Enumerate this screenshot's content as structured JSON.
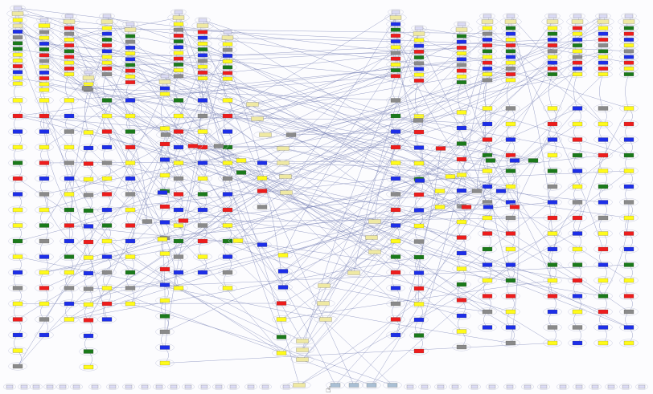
{
  "diagram": {
    "title": "",
    "node_colors": {
      "yellow": "#fffb1a",
      "red": "#ee1c1c",
      "blue": "#1c2ee8",
      "green": "#1a7a1a",
      "gray": "#8a8a8a",
      "khaki": "#efe9a2",
      "lavender": "#dcdcf6",
      "steel": "#a9bfd4"
    },
    "edge_color": "#7d86b8",
    "cursor_icon": "hand-pointer-icon",
    "columns": [
      {
        "id": "c1",
        "head": "khaki",
        "stack": [
          "yellow",
          "khaki",
          "blue",
          "gray",
          "green",
          "green",
          "yellow",
          "yellow",
          "red",
          "blue",
          "yellow",
          "yellow"
        ],
        "chain": [
          "yellow",
          "red",
          "blue",
          "yellow",
          "green",
          "red",
          "blue",
          "yellow",
          "yellow",
          "green",
          "yellow",
          "blue",
          "gray",
          "yellow",
          "red",
          "blue",
          "yellow",
          "gray"
        ]
      },
      {
        "id": "c2",
        "head": "yellow",
        "stack": [
          "gray",
          "yellow",
          "blue",
          "green",
          "red",
          "gray",
          "yellow",
          "blue",
          "red",
          "yellow",
          "yellow"
        ],
        "chain": [
          "yellow",
          "red",
          "blue",
          "yellow",
          "red",
          "blue",
          "gray",
          "yellow",
          "green",
          "gray",
          "blue",
          "yellow",
          "red",
          "yellow",
          "gray",
          "blue"
        ]
      },
      {
        "id": "c3",
        "head": "khaki",
        "stack": [
          "red",
          "gray",
          "yellow",
          "red",
          "green",
          "red",
          "yellow",
          "red",
          "yellow"
        ],
        "chain": [
          "yellow",
          "blue",
          "gray",
          "yellow",
          "gray",
          "blue",
          "yellow",
          "green",
          "red",
          "blue",
          "green",
          "yellow",
          "gray",
          "blue",
          "yellow"
        ]
      },
      {
        "id": "c4",
        "head": "khaki",
        "stack": [
          "yellow",
          "blue",
          "green",
          "red",
          "blue",
          "yellow",
          "yellow",
          "red",
          "gray"
        ],
        "chain": [
          "green",
          "yellow",
          "red",
          "blue",
          "gray",
          "yellow",
          "red",
          "blue",
          "green",
          "yellow",
          "blue",
          "gray",
          "yellow",
          "red",
          "blue"
        ]
      },
      {
        "id": "c5",
        "head": "khaki",
        "stack": [
          "green",
          "gray",
          "blue",
          "yellow",
          "blue",
          "green",
          "red",
          "yellow",
          "red"
        ],
        "chain": [
          "blue",
          "yellow",
          "green",
          "red",
          "yellow",
          "blue",
          "gray",
          "yellow",
          "red",
          "blue",
          "yellow",
          "green",
          "gray",
          "yellow"
        ]
      },
      {
        "id": "c6",
        "head": "khaki",
        "stack": [
          "yellow",
          "gray",
          "red",
          "green",
          "blue",
          "yellow",
          "red",
          "green",
          "yellow",
          "gray"
        ],
        "chain": [
          "green",
          "yellow",
          "red",
          "blue",
          "yellow",
          "gray",
          "red",
          "blue",
          "yellow",
          "green",
          "gray",
          "blue",
          "yellow"
        ]
      },
      {
        "id": "c7",
        "head": "khaki",
        "stack": [
          "red",
          "blue",
          "yellow",
          "green",
          "blue",
          "gray",
          "yellow",
          "red",
          "yellow"
        ],
        "chain": [
          "blue",
          "gray",
          "yellow",
          "red",
          "blue",
          "yellow",
          "green",
          "blue",
          "gray",
          "red",
          "yellow",
          "blue"
        ]
      },
      {
        "id": "c8",
        "head": "khaki",
        "stack": [
          "yellow",
          "gray",
          "blue",
          "yellow",
          "green",
          "red",
          "yellow"
        ],
        "chain": [
          "yellow",
          "red",
          "blue",
          "green",
          "yellow",
          "gray",
          "blue",
          "red",
          "yellow",
          "green",
          "blue",
          "gray",
          "yellow"
        ]
      },
      {
        "id": "c9",
        "head": "khaki",
        "stack": [
          "blue",
          "green",
          "red",
          "blue",
          "yellow",
          "gray",
          "red",
          "yellow",
          "green",
          "red"
        ],
        "chain": [
          "gray",
          "green",
          "blue",
          "red",
          "yellow",
          "blue",
          "gray",
          "red",
          "blue",
          "yellow",
          "green",
          "red",
          "blue",
          "gray",
          "red",
          "blue"
        ]
      },
      {
        "id": "c10",
        "head": "khaki",
        "stack": [
          "yellow",
          "blue",
          "red",
          "green",
          "gray",
          "blue",
          "yellow",
          "red"
        ],
        "chain": [
          "yellow",
          "red",
          "blue",
          "yellow",
          "green",
          "red",
          "blue",
          "yellow",
          "gray",
          "green",
          "blue",
          "red",
          "yellow",
          "blue",
          "green",
          "red"
        ]
      },
      {
        "id": "c11",
        "head": "khaki",
        "stack": [
          "green",
          "blue",
          "red",
          "yellow",
          "blue",
          "gray",
          "red",
          "yellow",
          "green"
        ],
        "chain": [
          "yellow",
          "blue",
          "green",
          "red",
          "yellow",
          "blue",
          "gray",
          "yellow",
          "red",
          "blue",
          "yellow",
          "green",
          "red",
          "blue",
          "yellow",
          "gray"
        ]
      },
      {
        "id": "c12",
        "head": "khaki",
        "stack": [
          "yellow",
          "gray",
          "blue",
          "red",
          "green",
          "yellow",
          "red",
          "blue",
          "yellow",
          "gray"
        ],
        "chain": [
          "yellow",
          "blue",
          "red",
          "green",
          "yellow",
          "blue",
          "gray",
          "yellow",
          "red",
          "green",
          "blue",
          "yellow",
          "red",
          "gray",
          "blue"
        ]
      },
      {
        "id": "c13",
        "head": "khaki",
        "stack": [
          "green",
          "blue",
          "yellow",
          "red",
          "green",
          "blue",
          "yellow",
          "gray",
          "red",
          "yellow"
        ],
        "chain": [
          "gray",
          "yellow",
          "blue",
          "red",
          "green",
          "yellow",
          "blue",
          "gray",
          "red",
          "yellow",
          "blue",
          "green",
          "red",
          "yellow",
          "blue",
          "gray"
        ]
      },
      {
        "id": "c14",
        "head": "khaki",
        "stack": [
          "yellow",
          "green",
          "blue",
          "red",
          "gray",
          "yellow",
          "blue",
          "red",
          "green"
        ],
        "chain": [
          "yellow",
          "red",
          "blue",
          "yellow",
          "green",
          "gray",
          "blue",
          "red",
          "yellow",
          "blue",
          "green",
          "yellow",
          "red",
          "blue",
          "gray",
          "yellow"
        ]
      },
      {
        "id": "c15",
        "head": "khaki",
        "stack": [
          "red",
          "yellow",
          "blue",
          "green",
          "yellow",
          "gray",
          "red",
          "blue",
          "yellow"
        ],
        "chain": [
          "blue",
          "yellow",
          "red",
          "green",
          "blue",
          "yellow",
          "gray",
          "red",
          "blue",
          "yellow",
          "green",
          "red",
          "blue",
          "yellow",
          "gray",
          "blue"
        ]
      },
      {
        "id": "c16",
        "head": "khaki",
        "stack": [
          "yellow",
          "blue",
          "red",
          "gray",
          "green",
          "yellow",
          "blue",
          "red",
          "yellow"
        ],
        "chain": [
          "gray",
          "yellow",
          "blue",
          "red",
          "yellow",
          "green",
          "blue",
          "gray",
          "yellow",
          "red",
          "blue",
          "yellow",
          "green",
          "red",
          "blue",
          "yellow"
        ]
      },
      {
        "id": "c17",
        "head": "khaki",
        "stack": [
          "green",
          "red",
          "blue",
          "yellow",
          "gray",
          "blue",
          "red",
          "yellow",
          "green"
        ],
        "chain": [
          "yellow",
          "red",
          "blue",
          "green",
          "yellow",
          "blue",
          "gray",
          "yellow",
          "red",
          "blue",
          "green",
          "yellow",
          "red",
          "gray",
          "blue",
          "yellow"
        ]
      },
      {
        "id": "c18",
        "head": "khaki",
        "stack": [
          "yellow",
          "gray",
          "red",
          "blue",
          "green",
          "yellow",
          "red",
          "blue",
          "yellow"
        ],
        "chain": [
          "yellow",
          "blue",
          "red",
          "yellow",
          "gray",
          "green",
          "blue",
          "red",
          "yellow",
          "blue",
          "gray",
          "yellow",
          "red",
          "blue",
          "green",
          "yellow"
        ]
      },
      {
        "id": "c19",
        "head": "khaki",
        "stack": [
          "blue",
          "yellow",
          "red",
          "green",
          "gray",
          "blue",
          "yellow",
          "red",
          "green"
        ],
        "chain": [
          "yellow",
          "red",
          "blue",
          "yellow",
          "green",
          "red",
          "blue",
          "gray",
          "yellow",
          "red",
          "blue",
          "yellow",
          "green",
          "gray",
          "blue",
          "yellow"
        ]
      }
    ]
  }
}
